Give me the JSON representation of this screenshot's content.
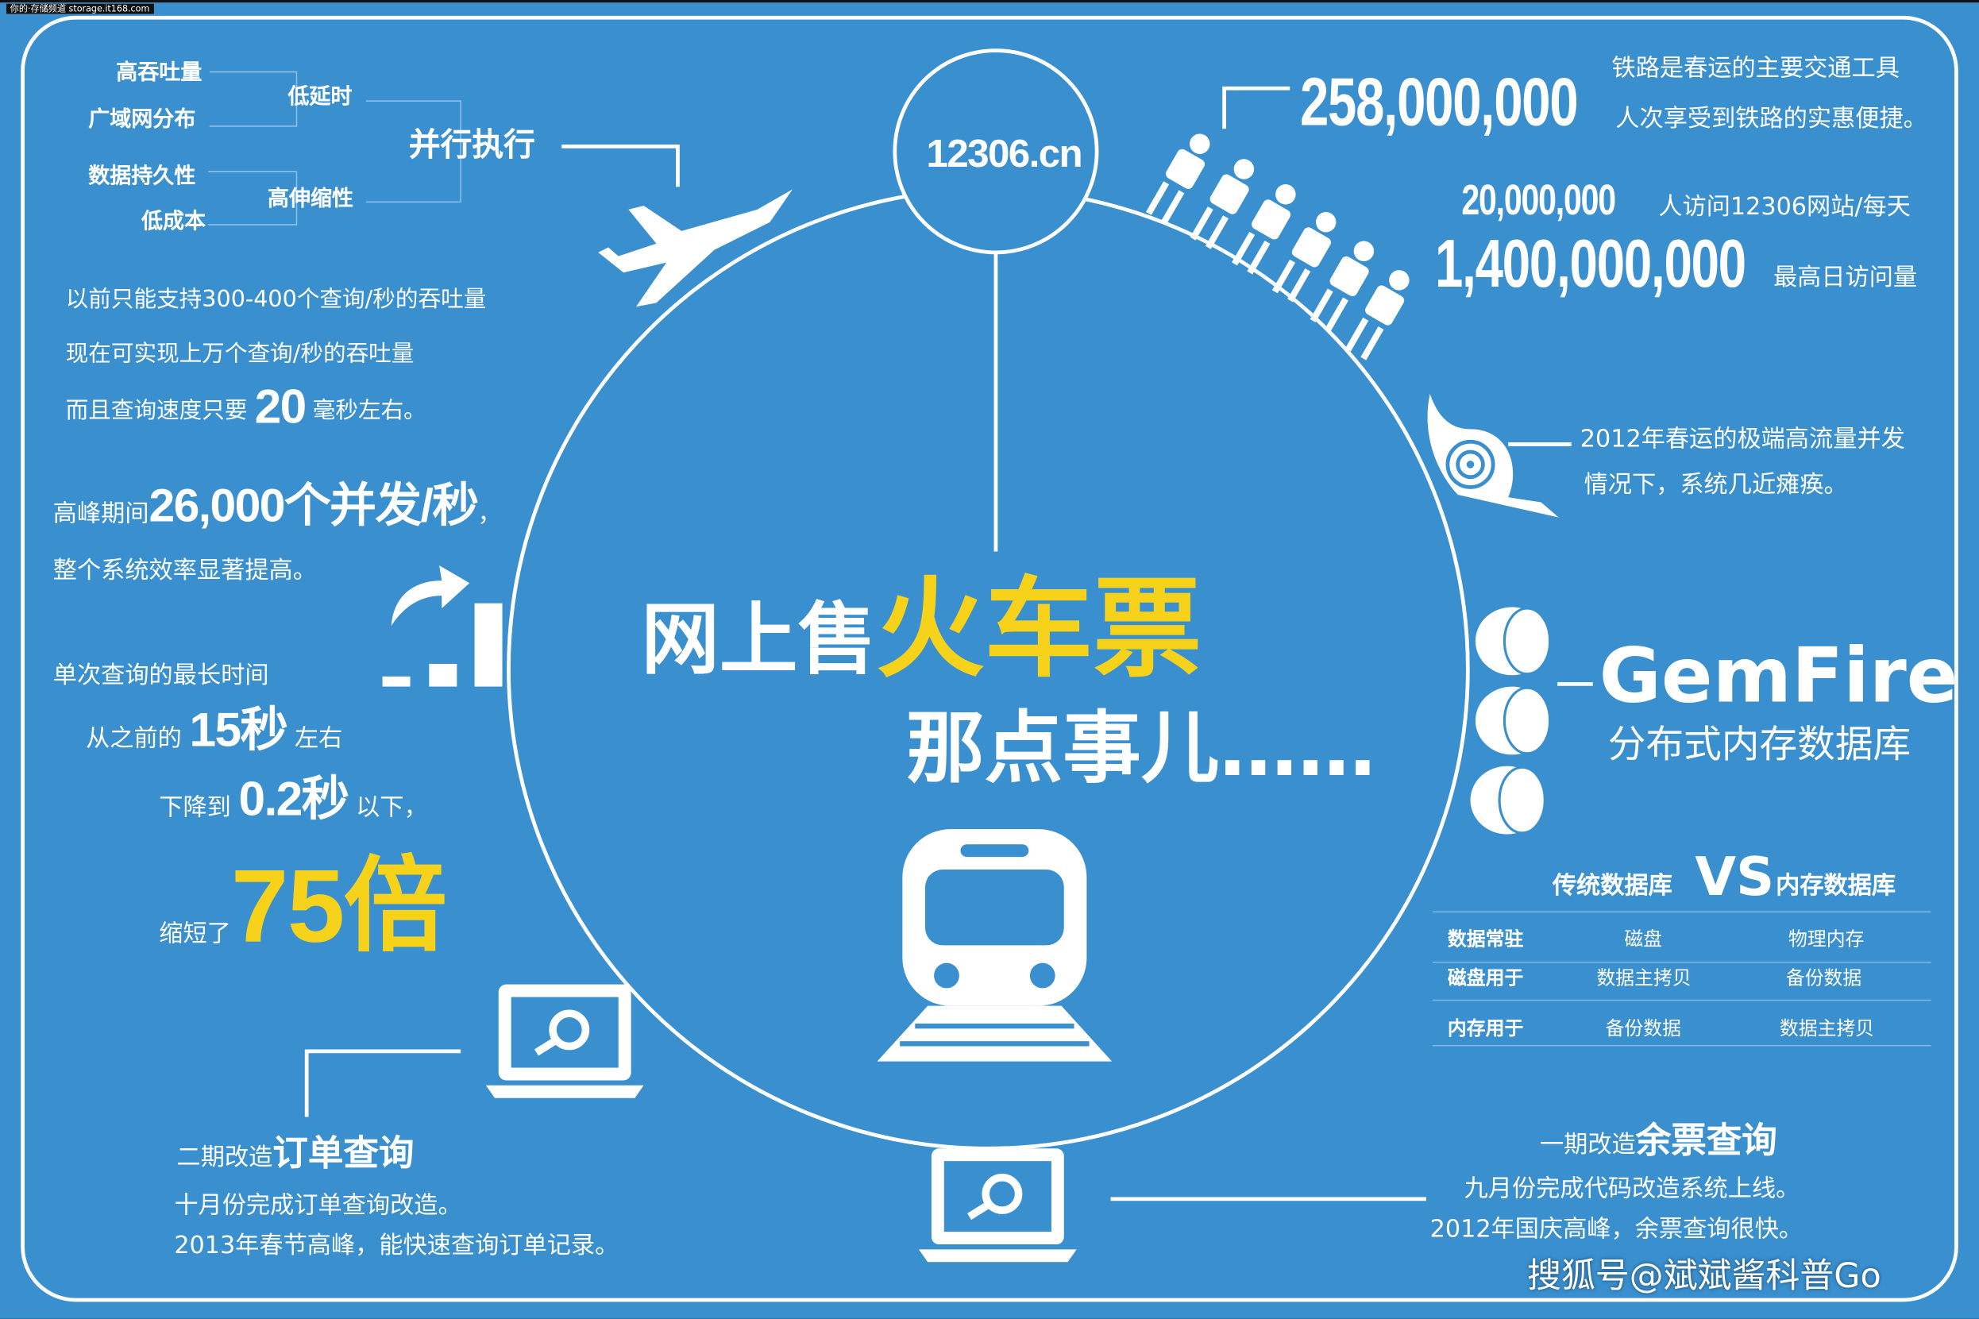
{
  "watermark_top": "你的·存储频道 storage.it168.com",
  "site": "12306.cn",
  "title": {
    "part1": "网上售",
    "highlight": "火车票",
    "part2": "那点事儿……"
  },
  "tree": {
    "leaves": [
      "高吞吐量",
      "广域网分布",
      "数据持久性",
      "低成本"
    ],
    "mid": [
      "低延时",
      "高伸缩性"
    ],
    "root": "并行执行"
  },
  "throughput": {
    "line1": "以前只能支持300-400个查询/秒的吞吐量",
    "line2": "现在可实现上万个查询/秒的吞吐量",
    "line3_pre": "而且查询速度只要",
    "line3_num": "20",
    "line3_post": "毫秒左右。"
  },
  "peak": {
    "pre": "高峰期间",
    "num": "26,000个并发/秒",
    "post": "，",
    "line2": "整个系统效率显著提高。"
  },
  "query_time": {
    "line1": "单次查询的最长时间",
    "from_pre": "从之前的",
    "from_num": "15秒",
    "from_post": "左右",
    "to_pre": "下降到",
    "to_num": "0.2秒",
    "to_post": "以下，",
    "short_pre": "缩短了",
    "short_num": "75倍"
  },
  "stats": {
    "big1": "258,000,000",
    "big1_l1": "铁路是春运的主要交通工具",
    "big1_l2": "人次享受到铁路的实惠便捷。",
    "big2": "20,000,000",
    "big2_text": "人访问12306网站/每天",
    "big3": "1,400,000,000",
    "big3_text": "最高日访问量"
  },
  "snail": {
    "line1": "2012年春运的极端高流量并发",
    "line2": "情况下，系统几近瘫痪。"
  },
  "gemfire": {
    "name": "GemFire",
    "sub": "分布式内存数据库"
  },
  "compare": {
    "left": "传统数据库",
    "vs": "VS",
    "right": "内存数据库",
    "rows": [
      [
        "数据常驻",
        "磁盘",
        "物理内存"
      ],
      [
        "磁盘用于",
        "数据主拷贝",
        "备份数据"
      ],
      [
        "内存用于",
        "备份数据",
        "数据主拷贝"
      ]
    ]
  },
  "phase2": {
    "pre": "二期改造",
    "title": "订单查询",
    "line1": "十月份完成订单查询改造。",
    "line2": "2013年春节高峰，能快速查询订单记录。"
  },
  "phase1": {
    "pre": "一期改造",
    "title": "余票查询",
    "line1": "九月份完成代码改造系统上线。",
    "line2": "2012年国庆高峰，余票查询很快。"
  },
  "watermark_bottom": "搜狐号@斌斌酱科普Go",
  "colors": {
    "background": "#3a8fcf",
    "accent": "#f6d31a",
    "text": "#ffffff"
  }
}
